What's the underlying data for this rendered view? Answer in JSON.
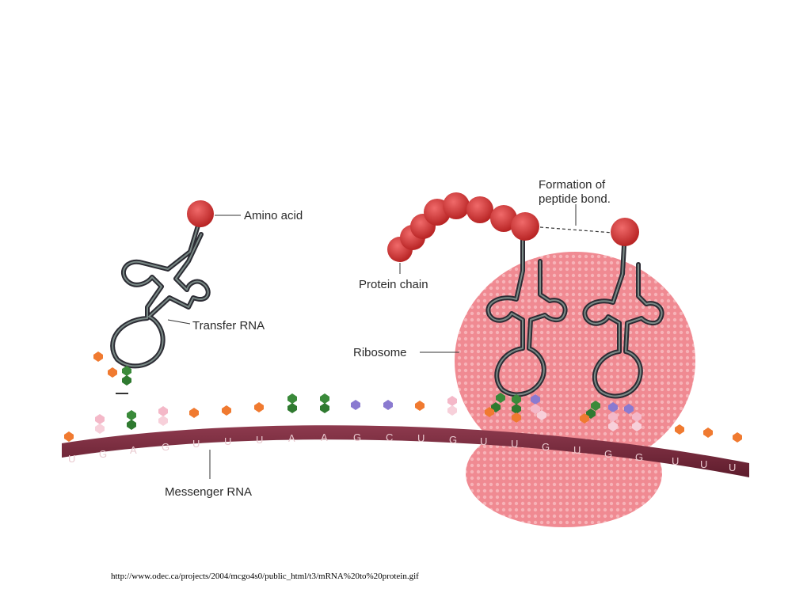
{
  "labels": {
    "amino_acid": "Amino acid",
    "transfer_rna": "Transfer RNA",
    "formation_line1": "Formation of",
    "formation_line2": "peptide bond.",
    "protein_chain": "Protein chain",
    "ribosome": "Ribosome",
    "messenger_rna": "Messenger RNA"
  },
  "mrna_bases": [
    "U",
    "G",
    "A",
    "G",
    "U",
    "U",
    "U",
    "A",
    "A",
    "G",
    "C",
    "U",
    "G",
    "U",
    "U",
    "G",
    "U",
    "G",
    "G",
    "U",
    "U",
    "U"
  ],
  "source_url": "http://www.odec.ca/projects/2004/mcgo4s0/public_html/t3/mRNA%20to%20protein.gif",
  "colors": {
    "mrna": "#7a2a3c",
    "ribosome": "#f08a92",
    "amino_acid": "#d83a3a",
    "trna": "#2c2c34",
    "nucleotide_orange": "#f07a30",
    "nucleotide_green": "#3a8a3a",
    "nucleotide_pink": "#f4b8c8",
    "nucleotide_purple": "#8a7ad0"
  }
}
